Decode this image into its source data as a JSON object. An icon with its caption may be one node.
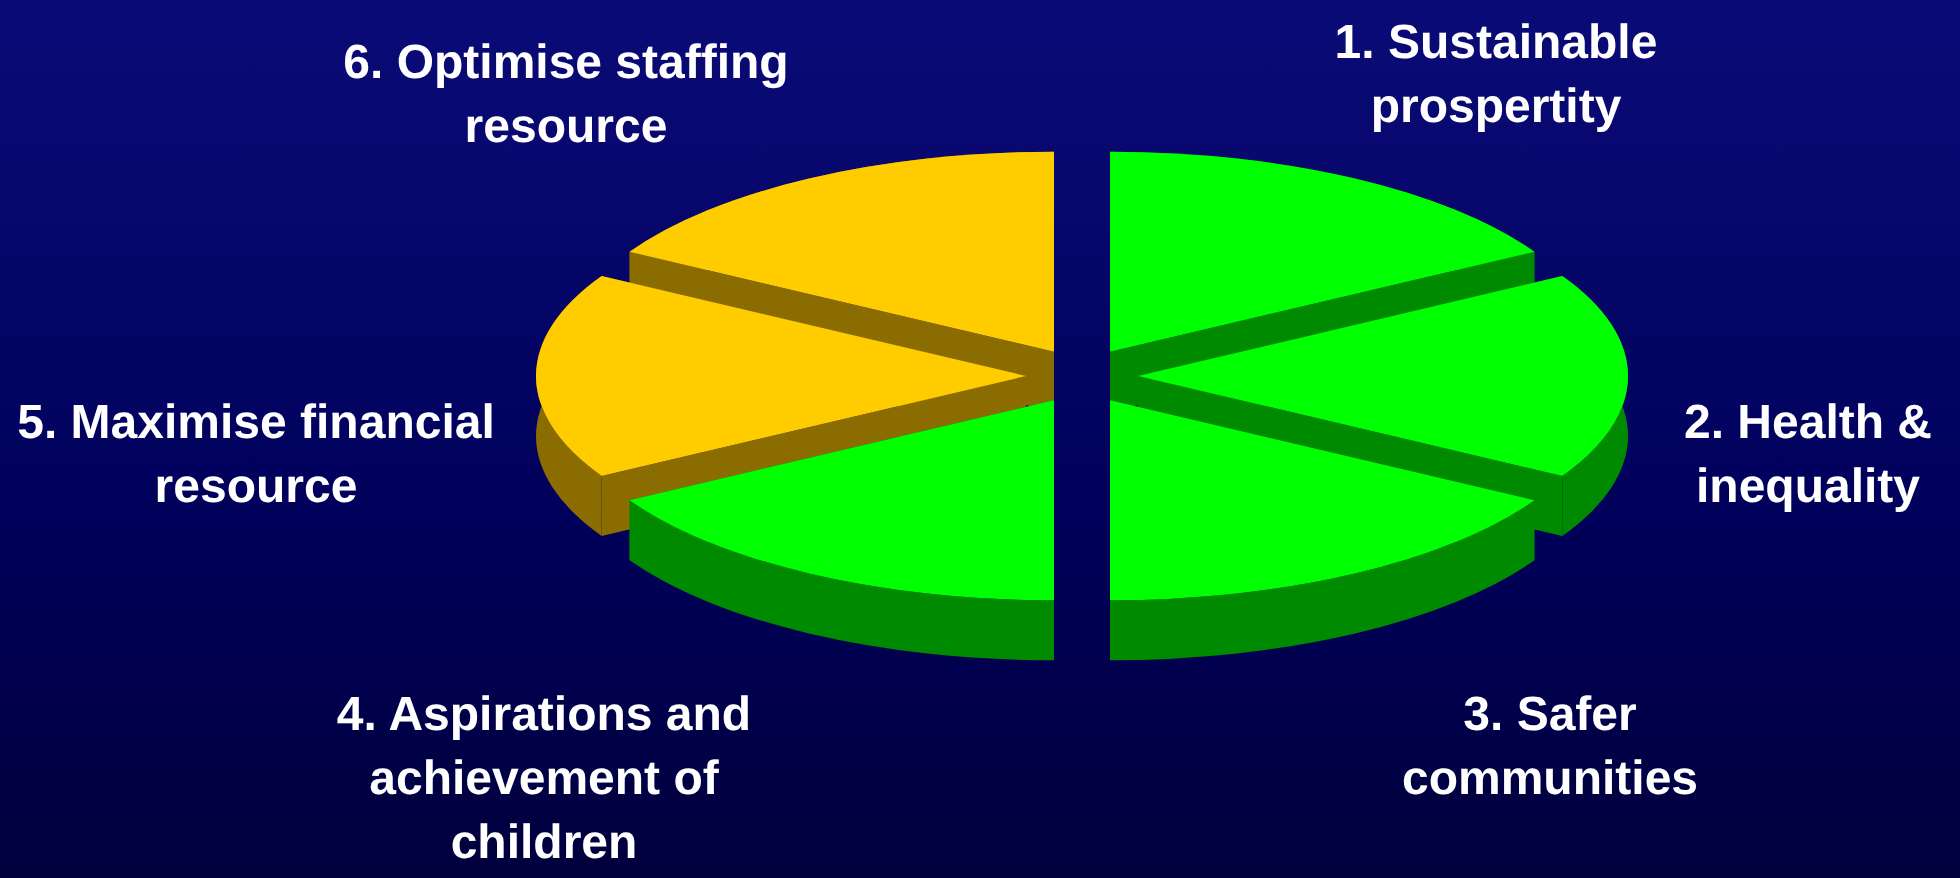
{
  "diagram": {
    "labels": [
      "6. Optimise staffing resource",
      "1. Sustainable prospertity",
      "5. Maximise financial resource",
      "2. Health & inequality",
      "4. Aspirations and achievement of children",
      "3. Safer communities"
    ]
  }
}
